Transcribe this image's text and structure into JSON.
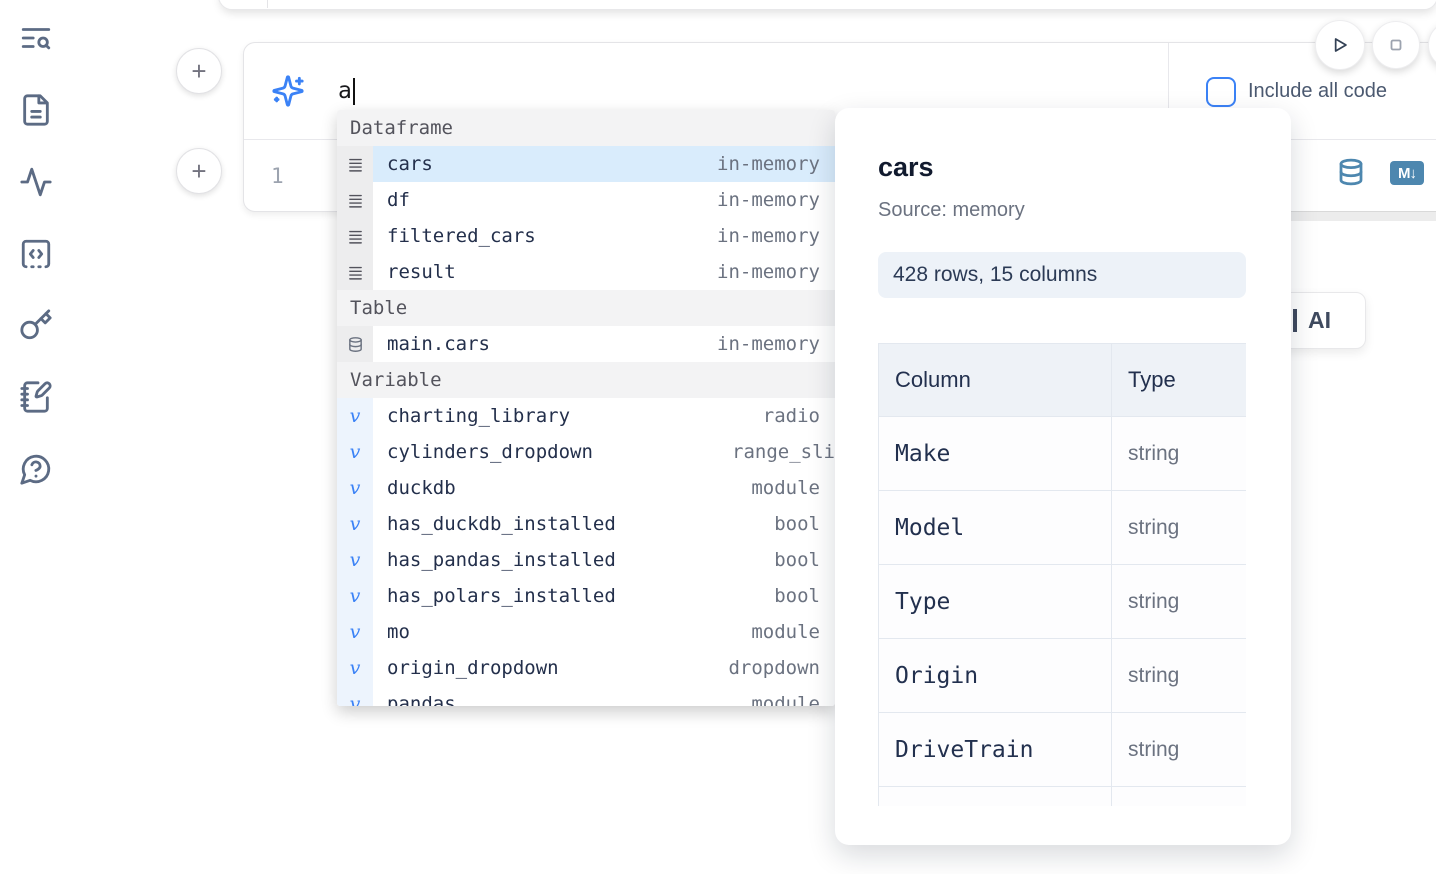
{
  "colors": {
    "accent_blue": "#3b82f6",
    "steel_blue": "#4d87af",
    "selection_bg": "#d9ecfc",
    "sidebar_icon": "#5c6b84"
  },
  "sidebar": {
    "icons": [
      "text-search-icon",
      "file-text-icon",
      "activity-icon",
      "code-snippets-icon",
      "key-icon",
      "notebook-pen-icon",
      "help-chat-icon"
    ]
  },
  "run_controls": {
    "play": "run-cell",
    "stop": "stop-kernel"
  },
  "prompt": {
    "value": "a",
    "include_all_code": "Include all code",
    "include_all_code_checked": false
  },
  "editor": {
    "line_number": "1"
  },
  "toolbar": {
    "markdown_label": "M↓",
    "database_icon": "database-icon"
  },
  "ai_button": {
    "visible_label": "AI"
  },
  "completion": {
    "sections": [
      {
        "label": "Dataframe",
        "items": [
          {
            "name": "cars",
            "type": "in-memory",
            "selected": true
          },
          {
            "name": "df",
            "type": "in-memory"
          },
          {
            "name": "filtered_cars",
            "type": "in-memory"
          },
          {
            "name": "result",
            "type": "in-memory"
          }
        ]
      },
      {
        "label": "Table",
        "items": [
          {
            "name": "main.cars",
            "type": "in-memory"
          }
        ]
      },
      {
        "label": "Variable",
        "items": [
          {
            "name": "charting_library",
            "type": "radio"
          },
          {
            "name": "cylinders_dropdown",
            "type": "range_sli"
          },
          {
            "name": "duckdb",
            "type": "module"
          },
          {
            "name": "has_duckdb_installed",
            "type": "bool"
          },
          {
            "name": "has_pandas_installed",
            "type": "bool"
          },
          {
            "name": "has_polars_installed",
            "type": "bool"
          },
          {
            "name": "mo",
            "type": "module"
          },
          {
            "name": "origin_dropdown",
            "type": "dropdown"
          },
          {
            "name": "pandas",
            "type": "module",
            "clipped": true
          }
        ]
      }
    ]
  },
  "preview": {
    "title": "cars",
    "source": "Source: memory",
    "shape": "428 rows, 15 columns",
    "table": {
      "headers": [
        "Column",
        "Type"
      ],
      "rows": [
        [
          "Make",
          "string"
        ],
        [
          "Model",
          "string"
        ],
        [
          "Type",
          "string"
        ],
        [
          "Origin",
          "string"
        ],
        [
          "DriveTrain",
          "string"
        ]
      ]
    }
  }
}
